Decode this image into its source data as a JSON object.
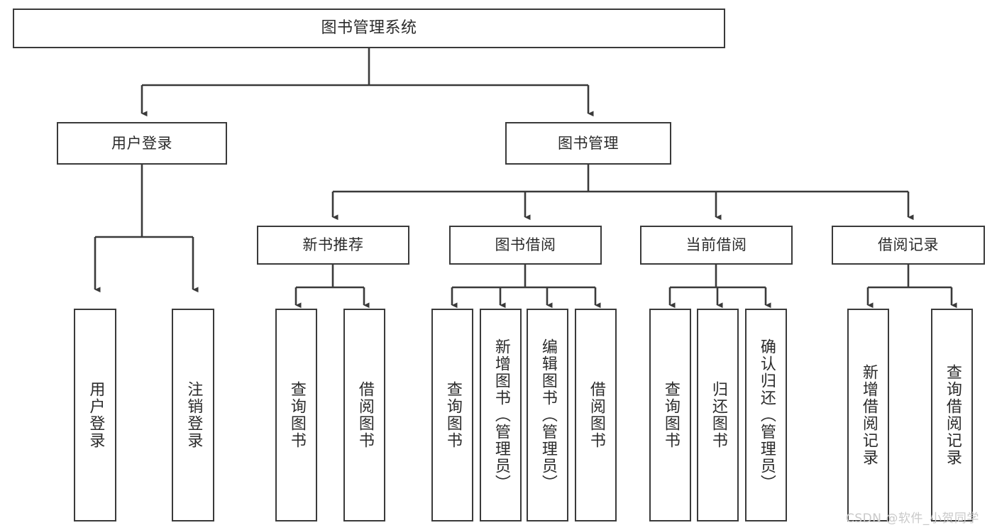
{
  "diagram": {
    "title": "图书管理系统",
    "type": "tree-hierarchy",
    "root": {
      "label": "图书管理系统"
    },
    "level1": [
      {
        "label": "用户登录"
      },
      {
        "label": "图书管理"
      }
    ],
    "level2": [
      {
        "label": "新书推荐"
      },
      {
        "label": "图书借阅"
      },
      {
        "label": "当前借阅"
      },
      {
        "label": "借阅记录"
      }
    ],
    "leaves": {
      "user_login": [
        {
          "label": "用户登录"
        },
        {
          "label": "注销登录"
        }
      ],
      "new_book_recommend": [
        {
          "label": "查询图书"
        },
        {
          "label": "借阅图书"
        }
      ],
      "book_borrow": [
        {
          "label": "查询图书"
        },
        {
          "label": "新增图书（管理员）"
        },
        {
          "label": "编辑图书（管理员）"
        },
        {
          "label": "借阅图书"
        }
      ],
      "current_borrow": [
        {
          "label": "查询图书"
        },
        {
          "label": "归还图书"
        },
        {
          "label": "确认归还（管理员）"
        }
      ],
      "borrow_record": [
        {
          "label": "新增借阅记录"
        },
        {
          "label": "查询借阅记录"
        }
      ]
    }
  },
  "watermark": {
    "text": "CSDN @软件_小贺同学"
  },
  "colors": {
    "border": "#3a3a3a",
    "text": "#2b2b2b",
    "background": "#ffffff",
    "watermark": "#c9c9c9"
  }
}
